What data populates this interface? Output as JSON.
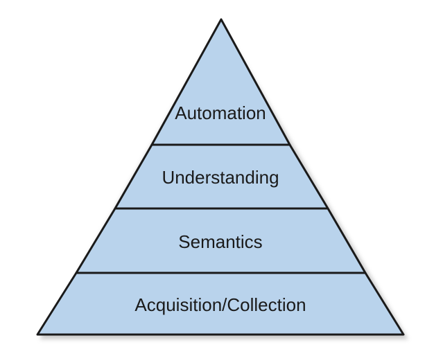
{
  "diagram": {
    "colors": {
      "fill": "#b9d3ec",
      "stroke": "#1a1a1a",
      "shadow": "#c8c8c8"
    },
    "layers": [
      {
        "label": "Automation"
      },
      {
        "label": "Understanding"
      },
      {
        "label": "Semantics"
      },
      {
        "label": "Acquisition/Collection"
      }
    ]
  }
}
